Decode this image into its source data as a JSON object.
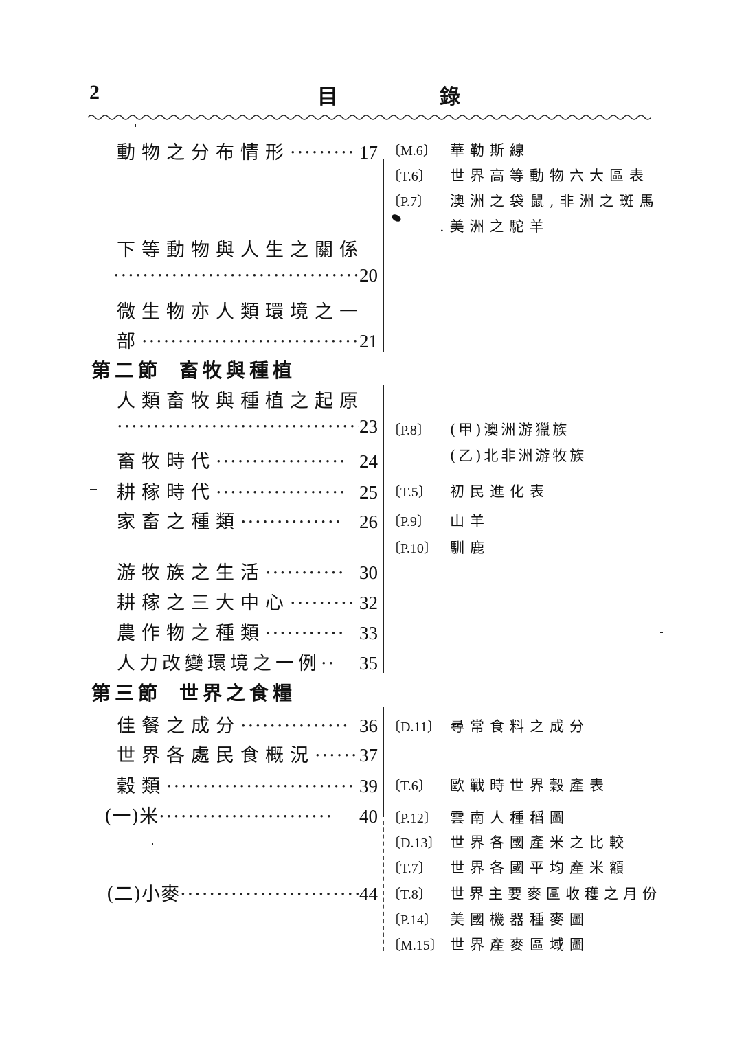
{
  "header": {
    "page_number": "2",
    "title_char_1": "目",
    "title_char_2": "錄"
  },
  "entries": [
    {
      "title": "動物之分布情形",
      "leader": "·········",
      "page": "17"
    },
    {
      "title": "下等動物與人生之關係",
      "leader": "",
      "page": ""
    },
    {
      "title": "",
      "leader": "··································",
      "page": "20"
    },
    {
      "title": "微生物亦人類環境之一",
      "leader": "",
      "page": ""
    },
    {
      "title": "部",
      "leader": "······························",
      "page": "21"
    },
    {
      "title": "人類畜牧與種植之起原",
      "leader": "",
      "page": ""
    },
    {
      "title": "",
      "leader": "··································",
      "page": "23"
    },
    {
      "title": "畜牧時代",
      "leader": "··················",
      "page": "24"
    },
    {
      "title": "耕稼時代",
      "leader": "··················",
      "page": "25"
    },
    {
      "title": "家畜之種類",
      "leader": "··············",
      "page": "26"
    },
    {
      "title": "游牧族之生活",
      "leader": "···········",
      "page": "30"
    },
    {
      "title": "耕稼之三大中心",
      "leader": "·········",
      "page": "32"
    },
    {
      "title": "農作物之種類",
      "leader": "···········",
      "page": "33"
    },
    {
      "title": "人力改變環境之一例",
      "leader": "··",
      "page": "35"
    },
    {
      "title": "佳餐之成分",
      "leader": "···············",
      "page": "36"
    },
    {
      "title": "世界各處民食概況",
      "leader": "······",
      "page": "37"
    },
    {
      "title": "穀類",
      "leader": "··························",
      "page": "39"
    },
    {
      "title": "(一)米",
      "leader": "························",
      "page": "40"
    },
    {
      "title": "(二)小麥",
      "leader": "·························",
      "page": "44"
    }
  ],
  "sections": [
    {
      "number": "第二節",
      "title": "畜牧與種植"
    },
    {
      "number": "第三節",
      "title": "世界之食糧"
    }
  ],
  "figures": [
    {
      "ref": "〔M.6〕",
      "caption": "華勒斯線"
    },
    {
      "ref": "〔T.6〕",
      "caption": "世界高等動物六大區表"
    },
    {
      "ref": "〔P.7〕",
      "caption": "澳洲之袋鼠,非洲之斑馬"
    },
    {
      "ref": "",
      "caption": ".美洲之駝羊"
    },
    {
      "ref": "〔P.8〕",
      "caption": "(甲)澳洲游獵族"
    },
    {
      "ref": "",
      "caption": "(乙)北非洲游牧族"
    },
    {
      "ref": "〔T.5〕",
      "caption": "初民進化表"
    },
    {
      "ref": "〔P.9〕",
      "caption": "山羊"
    },
    {
      "ref": "〔P.10〕",
      "caption": "馴鹿"
    },
    {
      "ref": "〔D.11〕",
      "caption": "尋常食料之成分"
    },
    {
      "ref": "〔T.6〕",
      "caption": "歐戰時世界穀產表"
    },
    {
      "ref": "〔P.12〕",
      "caption": "雲南人種稻圖"
    },
    {
      "ref": "〔D.13〕",
      "caption": "世界各國產米之比較"
    },
    {
      "ref": "〔T.7〕",
      "caption": "世界各國平均產米額"
    },
    {
      "ref": "〔T.8〕",
      "caption": "世界主要麥區收穫之月份"
    },
    {
      "ref": "〔P.14〕",
      "caption": "美國機器種麥圖"
    },
    {
      "ref": "〔M.15〕",
      "caption": "世界產麥區域圖"
    }
  ],
  "colors": {
    "ink": "#111111",
    "paper": "#ffffff"
  }
}
